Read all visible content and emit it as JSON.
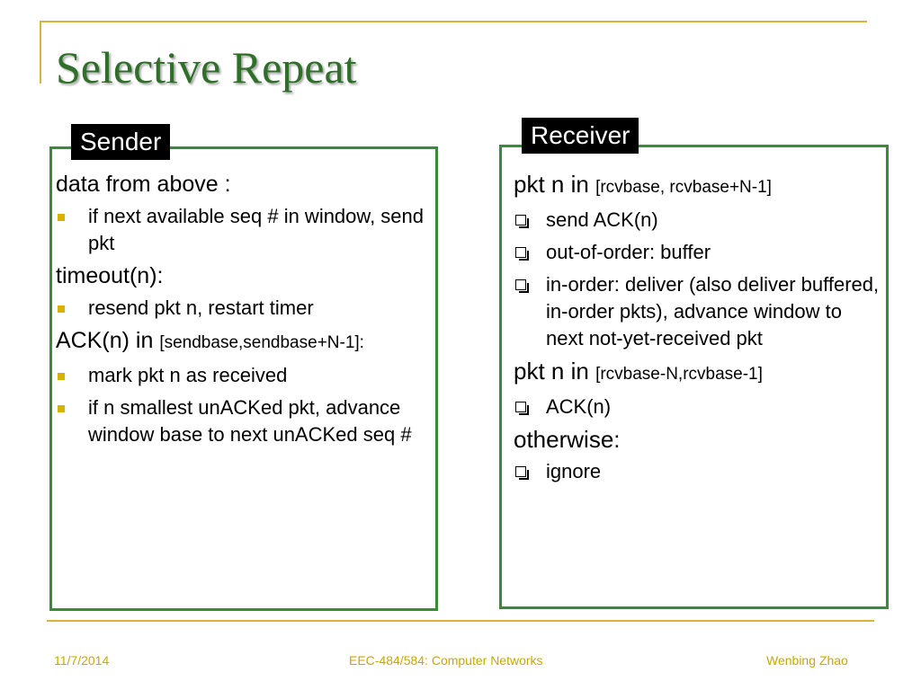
{
  "title": "Selective Repeat",
  "sender": {
    "tag": "Sender",
    "sections": [
      {
        "head": "data from above :",
        "items": [
          "if next available seq # in window, send pkt"
        ]
      },
      {
        "head": "timeout(n):",
        "items": [
          "resend pkt n, restart timer"
        ]
      },
      {
        "head": "ACK(n) in",
        "head_small": "[sendbase,sendbase+N-1]:",
        "items": [
          "mark pkt n as received",
          "if n smallest unACKed pkt, advance window base to next unACKed seq #"
        ]
      }
    ]
  },
  "receiver": {
    "tag": "Receiver",
    "sections": [
      {
        "head": "pkt n in",
        "head_small": "[rcvbase, rcvbase+N-1]",
        "items": [
          "send ACK(n)",
          "out-of-order: buffer",
          "in-order: deliver (also deliver buffered, in-order pkts), advance window to next not-yet-received pkt"
        ]
      },
      {
        "head": "pkt n in",
        "head_small": "[rcvbase-N,rcvbase-1]",
        "items": [
          "ACK(n)"
        ]
      },
      {
        "head": "otherwise:",
        "items": [
          "ignore"
        ]
      }
    ]
  },
  "footer": {
    "date": "11/7/2014",
    "course": "EEC-484/584: Computer Networks",
    "author": "Wenbing Zhao"
  },
  "colors": {
    "title": "#2f6f2a",
    "box_border": "#3b8a3b",
    "accent": "#d8b53a"
  }
}
